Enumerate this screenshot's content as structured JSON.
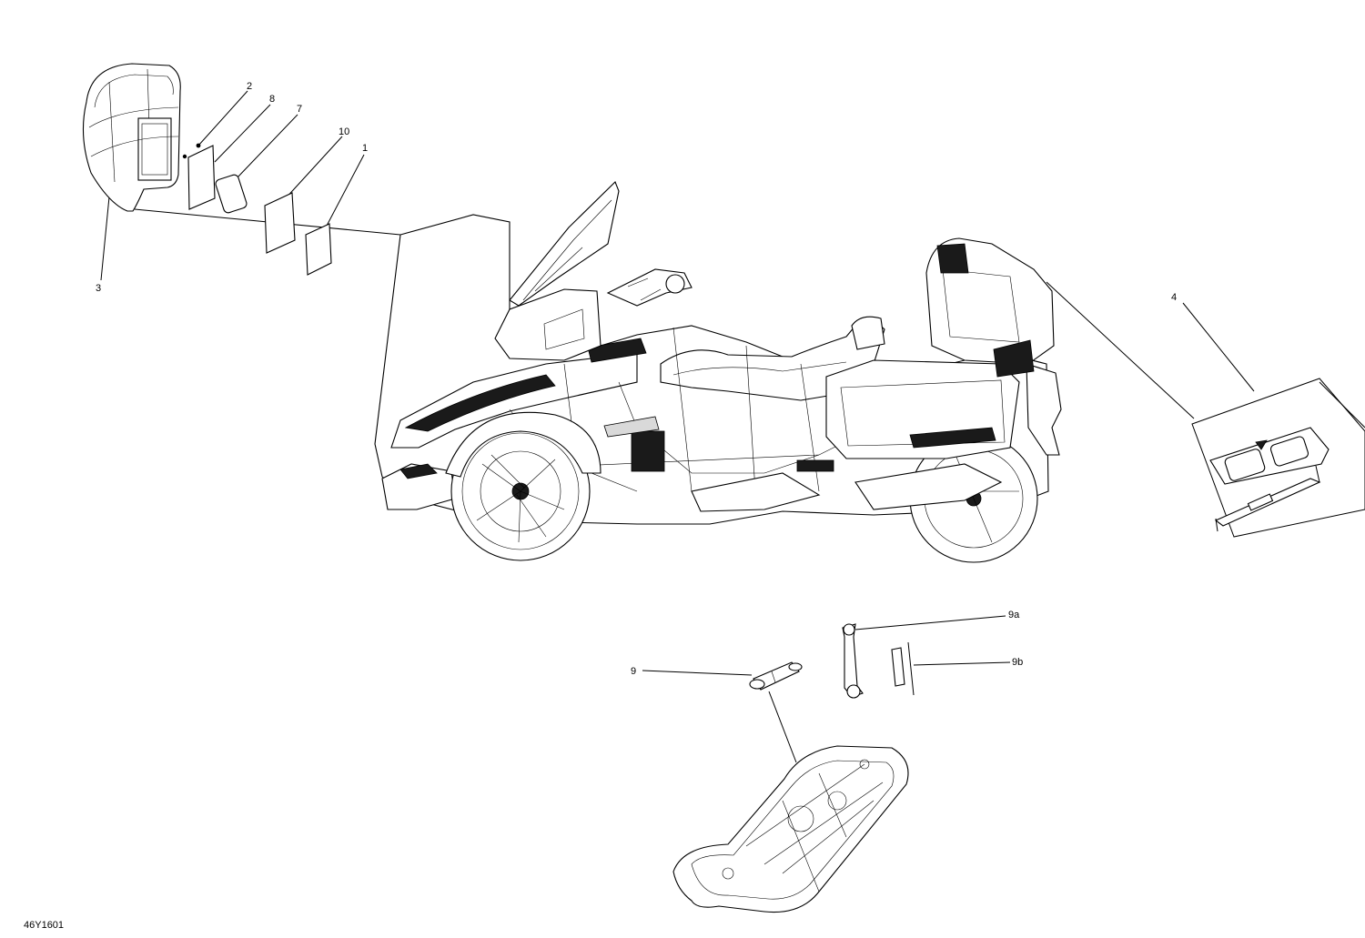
{
  "diagram_id": "46Y1601",
  "callouts": {
    "c1": "1",
    "c2": "2",
    "c3": "3",
    "c4": "4",
    "c7": "7",
    "c8": "8",
    "c9": "9",
    "c9a": "9a",
    "c9b": "9b",
    "c10": "10"
  },
  "colors": {
    "line": "#000000",
    "background": "#ffffff"
  }
}
